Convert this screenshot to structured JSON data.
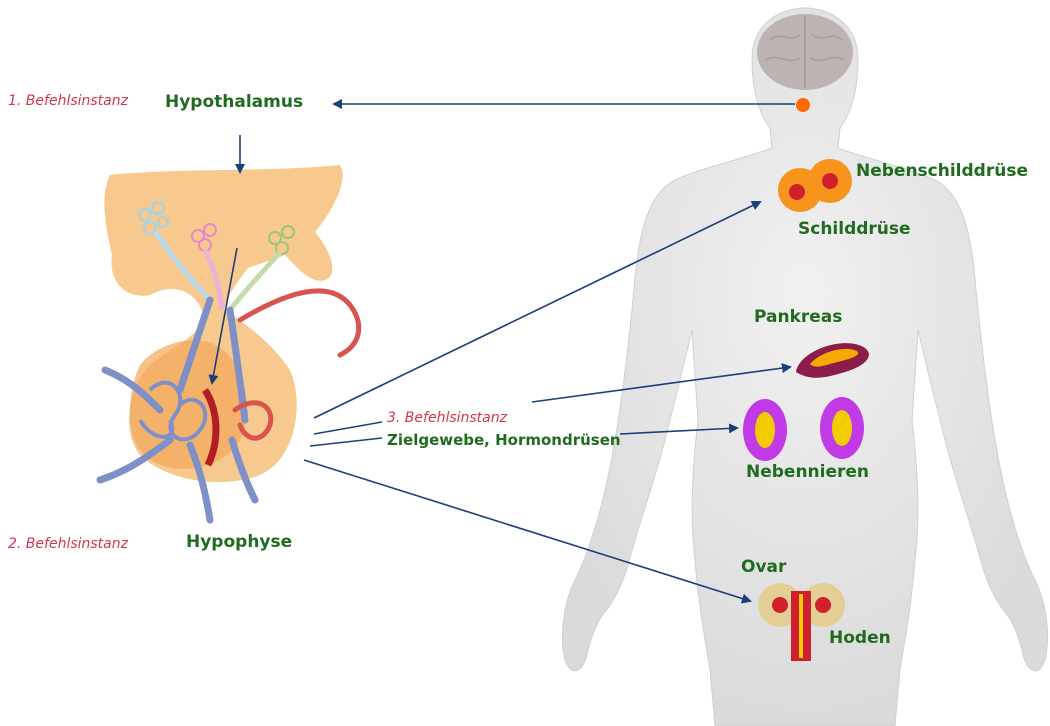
{
  "labels": {
    "instanz1": "1. Befehlsinstanz",
    "hypothalamus": "Hypothalamus",
    "instanz2": "2. Befehlsinstanz",
    "hypophyse": "Hypophyse",
    "instanz3": "3. Befehlsinstanz",
    "zielgewebe": "Zielgewebe, Hormondrüsen",
    "nebenschilddruese": "Nebenschilddrüse",
    "schilddruese": "Schilddrüse",
    "pankreas": "Pankreas",
    "nebennieren": "Nebennieren",
    "ovar": "Ovar",
    "hoden": "Hoden"
  },
  "colors": {
    "label_green": "#1f6b1f",
    "instance_red": "#d4374a",
    "arrow_blue": "#1a3f7a",
    "thyroid_orange": "#f7941d",
    "organ_red": "#d0202e",
    "pancreas_maroon": "#8c1d4a",
    "pancreas_yellow": "#f6a800",
    "adrenal_purple": "#c03ae6",
    "adrenal_yellow": "#f2cc00",
    "gonad_beige": "#e3cf96",
    "brain_dot": "#ff6a00",
    "skin": "#e6e6e6",
    "pituitary_peach": "#f7c98f",
    "vessel_blue": "#7f8fc8",
    "vessel_red": "#d9534f"
  }
}
